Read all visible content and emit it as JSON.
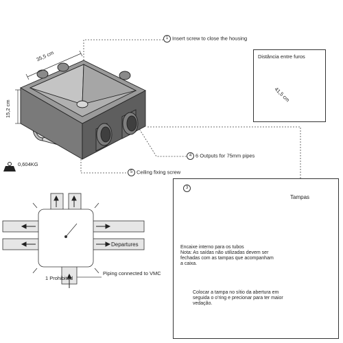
{
  "callouts": {
    "c1": {
      "num": "1",
      "text": "Insert screw to close the housing"
    },
    "c4": {
      "num": "4",
      "text": "6 Outputs for 75mm pipes"
    },
    "c5": {
      "num": "5",
      "text": "Ceiling fixing screw"
    }
  },
  "dimensions": {
    "width": "35,5 cm",
    "height": "15,2 cm",
    "weight": "0,604KG",
    "weight_icon": "kg-weight-icon"
  },
  "distance_box": {
    "title": "Distância entre furos",
    "value": "41,5 cm"
  },
  "diagram": {
    "departures_label": "Departures",
    "piping_label": "Piping connected to VMC",
    "prohibited_label": "1 Prohibited"
  },
  "panel": {
    "step_num": "3",
    "tampas_label": "Tampas",
    "encaixe_text": "Encaixe interno para os tubos\nNota: As saídas não utilizadas devem ser fechadas com as tampas que acompanham a caixa.",
    "colocar_text": "Colocar a tampa no sítio da abertura em seguida o  o'ring e precionar para ter maior vedação."
  },
  "colors": {
    "line": "#333333",
    "housing_dark": "#555555",
    "housing_mid": "#8a8a8a",
    "housing_light": "#c8c8c8",
    "duct_fill": "#e6e6e6"
  }
}
